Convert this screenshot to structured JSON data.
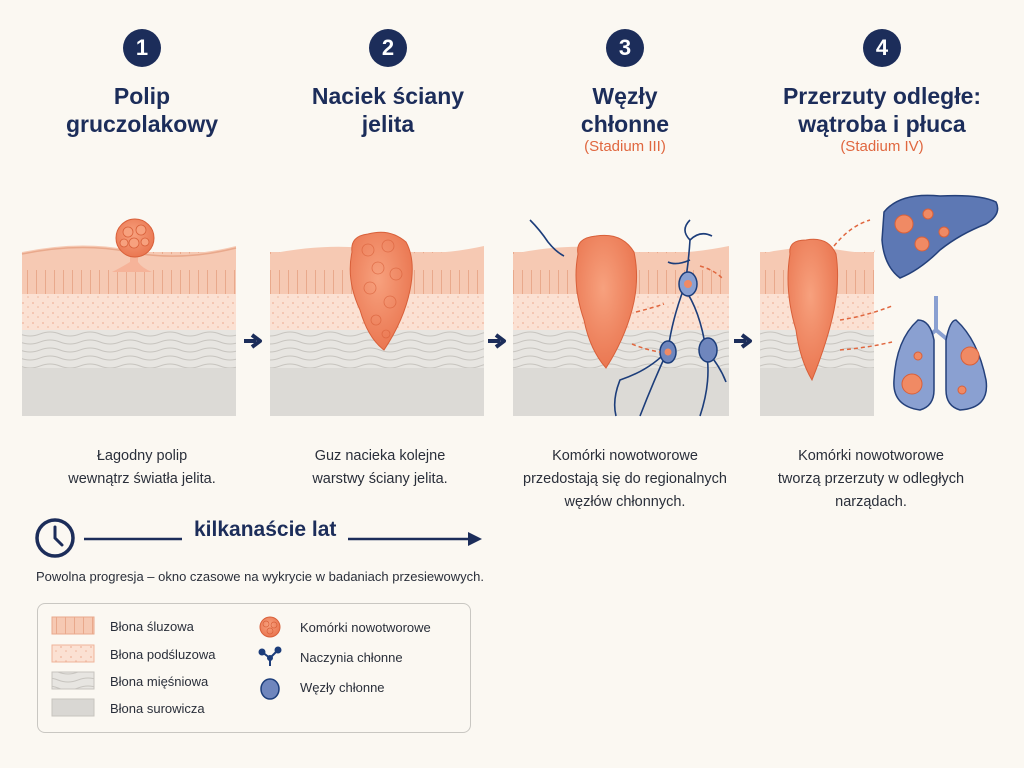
{
  "stages": [
    {
      "number": "1",
      "title_line1": "Polip",
      "title_line2": "gruczolakowy",
      "subtitle": "",
      "desc_line1": "Łagodny polip",
      "desc_line2": "wewnątrz światła jelita.",
      "desc_line3": ""
    },
    {
      "number": "2",
      "title_line1": "Naciek ściany",
      "title_line2": "jelita",
      "subtitle": "",
      "desc_line1": "Guz nacieka kolejne",
      "desc_line2": "warstwy ściany jelita.",
      "desc_line3": ""
    },
    {
      "number": "3",
      "title_line1": "Węzły",
      "title_line2": "chłonne",
      "subtitle": "(Stadium III)",
      "desc_line1": "Komórki nowotworowe",
      "desc_line2": "przedostają się do regionalnych",
      "desc_line3": "węzłów chłonnych."
    },
    {
      "number": "4",
      "title_line1": "Przerzuty odległe:",
      "title_line2": "wątroba i płuca",
      "subtitle": "(Stadium IV)",
      "desc_line1": "Komórki nowotworowe",
      "desc_line2": "tworzą przerzuty w odległych",
      "desc_line3": "narządach."
    }
  ],
  "timeline": {
    "label": "kilkanaście lat",
    "note": "Powolna progresja – okno czasowe na wykrycie w badaniach przesiewowych."
  },
  "legend": {
    "mucosa": "Błona śluzowa",
    "submucosa": "Błona podśluzowa",
    "muscularis": "Błona mięśniowa",
    "serosa": "Błona surowicza",
    "tumor_cells": "Komórki nowotworowe",
    "lymph_vessels": "Naczynia chłonne",
    "lymph_nodes": "Węzły chłonne"
  },
  "colors": {
    "navy": "#1c2d5a",
    "accent": "#e0673f",
    "tumor": "#f08a64",
    "mucosa": "#f6c9b3",
    "submucosa": "#fbe1d3",
    "muscularis": "#e4e2de",
    "serosa": "#d9d7d3",
    "node": "#6f86bd"
  }
}
